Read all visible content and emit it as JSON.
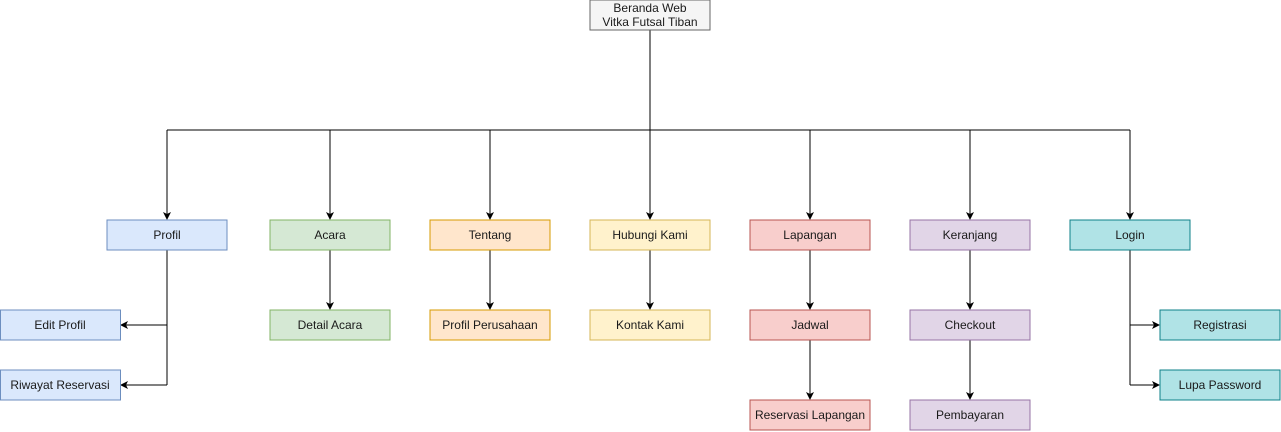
{
  "root": {
    "line1": "Beranda Web",
    "line2": "Vitka Futsal Tiban",
    "fill": "#f5f5f5",
    "stroke": "#666666"
  },
  "branches": {
    "profil": {
      "label": "Profil",
      "fill": "#dae8fc",
      "stroke": "#6c8ebf",
      "children": [
        "Edit Profil",
        "Riwayat Reservasi"
      ]
    },
    "acara": {
      "label": "Acara",
      "fill": "#d5e8d4",
      "stroke": "#82b366",
      "children": [
        "Detail Acara"
      ]
    },
    "tentang": {
      "label": "Tentang",
      "fill": "#ffe6cc",
      "stroke": "#d79b00",
      "children": [
        "Profil Perusahaan"
      ]
    },
    "hubungi": {
      "label": "Hubungi Kami",
      "fill": "#fff2cc",
      "stroke": "#d6b656",
      "children": [
        "Kontak Kami"
      ]
    },
    "lapangan": {
      "label": "Lapangan",
      "fill": "#f8cecc",
      "stroke": "#b85450",
      "children": [
        "Jadwal",
        "Reservasi Lapangan"
      ]
    },
    "keranjang": {
      "label": "Keranjang",
      "fill": "#e1d5e7",
      "stroke": "#9673a6",
      "children": [
        "Checkout",
        "Pembayaran"
      ]
    },
    "login": {
      "label": "Login",
      "fill": "#b0e3e6",
      "stroke": "#0e8088",
      "children": [
        "Registrasi",
        "Lupa Password"
      ]
    }
  }
}
